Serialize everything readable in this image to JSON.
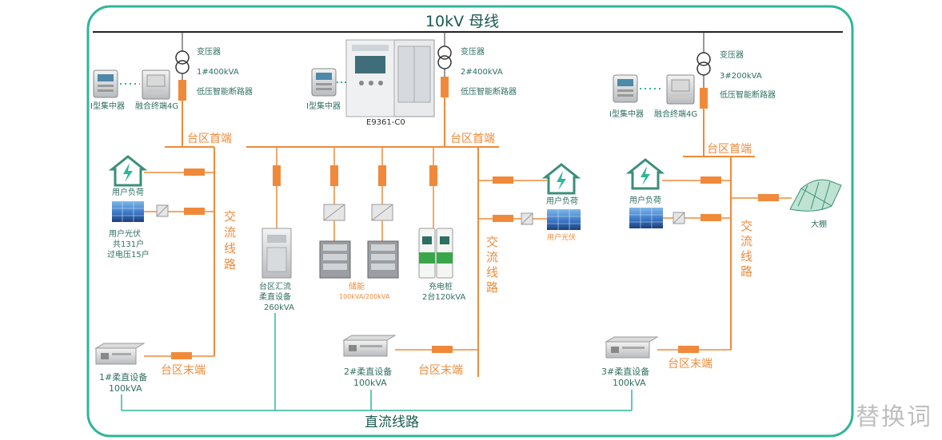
{
  "bus": {
    "title": "10kV  母线"
  },
  "dc_line": {
    "label": "直流线路"
  },
  "colors": {
    "frame": "#2fb59a",
    "orange": "#f08a3a",
    "text_green": "#2e6f62",
    "bus_line": "#222222",
    "house": "#3a8f7a"
  },
  "watermark": "替换词",
  "zone1": {
    "transformer": "变压器",
    "capacity": "1#400kVA",
    "breaker": "低压智能断路器",
    "concentrator": "I型集中器",
    "fusion_terminal": "融合终端4G",
    "head": "台区首端",
    "tail": "台区末端",
    "ac_line": [
      "交",
      "流",
      "线",
      "路"
    ],
    "load": "用户负荷",
    "pv": [
      "用户光伏",
      "共131户",
      "过电压15户"
    ],
    "flex_device": [
      "1#柔直设备",
      "100kVA"
    ]
  },
  "zone2": {
    "transformer": "变压器",
    "capacity": "2#400kVA",
    "breaker": "低压智能断路器",
    "concentrator": "I型集中器",
    "cabinet": "E9361-C0",
    "head": "台区首端",
    "tail": "台区末端",
    "ac_line": [
      "交",
      "流",
      "线",
      "路"
    ],
    "load": "用户负荷",
    "pv": "用户光伏",
    "convergence": [
      "台区汇流",
      "柔直设备",
      "260kVA"
    ],
    "storage": [
      "储能",
      "100kVA/200kVA"
    ],
    "charger": [
      "充电桩",
      "2台120kVA"
    ],
    "flex_device": [
      "2#柔直设备",
      "100kVA"
    ]
  },
  "zone3": {
    "transformer": "变压器",
    "capacity": "3#200kVA",
    "breaker": "低压智能断路器",
    "concentrator": "I型集中器",
    "fusion_terminal": "融合终端4G",
    "head": "台区首端",
    "tail": "台区末端",
    "ac_line": [
      "交",
      "流",
      "线",
      "路"
    ],
    "load": "用户负荷",
    "greenhouse": "大棚",
    "flex_device": [
      "3#柔直设备",
      "100kVA"
    ]
  }
}
